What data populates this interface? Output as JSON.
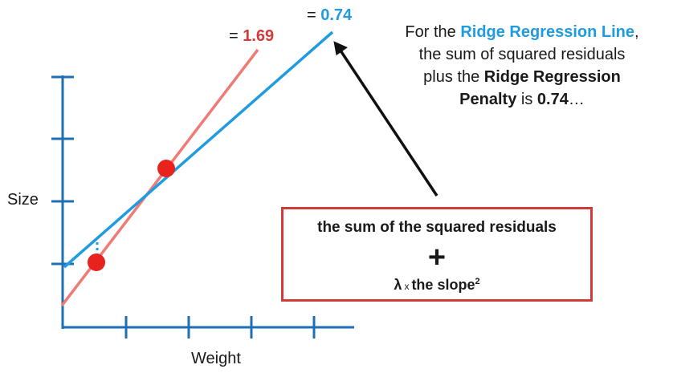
{
  "axes": {
    "x_label": "Weight",
    "y_label": "Size"
  },
  "lines": {
    "red": {
      "prefix": "= ",
      "value": "1.69",
      "color": "#d33b3b",
      "stroke": "#ee7b75"
    },
    "blue": {
      "prefix": "= ",
      "value": "0.74",
      "color": "#1f9be0",
      "stroke": "#1f9be0"
    }
  },
  "colors": {
    "axis": "#1f6fb5",
    "point": "#e8231e",
    "arrow": "#111111",
    "box_border": "#d33b3b"
  },
  "explanation": {
    "line1_pre": "For the ",
    "line1_highlight": "Ridge Regression Line",
    "line1_post": ",",
    "line2": "the sum of squared residuals",
    "line3_pre": "plus the ",
    "line3_bold": "Ridge Regression",
    "line4_bold": "Penalty",
    "line4_mid": " is ",
    "line4_value": "0.74",
    "line4_end": "…"
  },
  "formula": {
    "row1": "the sum of the squared residuals",
    "plus": "+",
    "lambda": "λ",
    "times": "x",
    "slope": "the slope",
    "exponent": "2"
  }
}
